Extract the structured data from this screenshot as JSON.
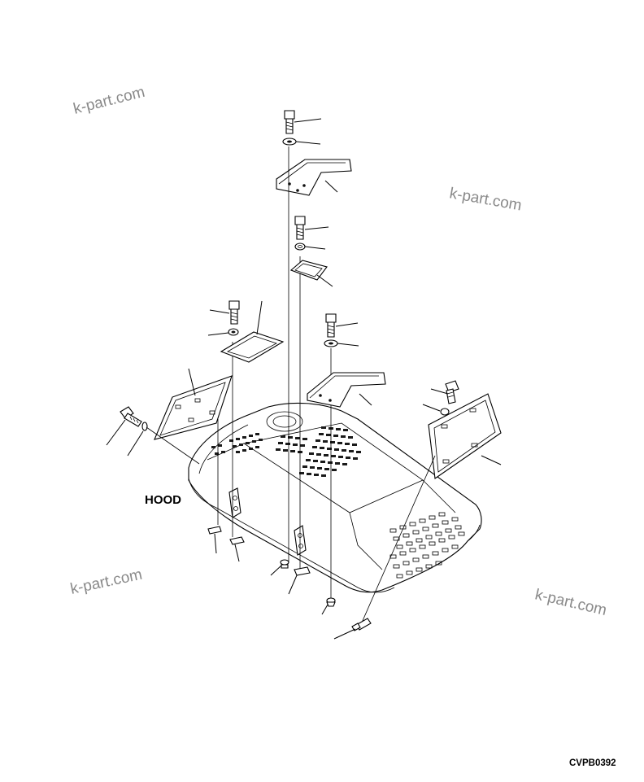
{
  "diagram": {
    "part_label": "HOOD",
    "drawing_code": "CVPB0392",
    "watermark_text": "k-part.com"
  },
  "colors": {
    "line": "#000000",
    "watermark": "#8a8a8a",
    "background": "#ffffff"
  }
}
